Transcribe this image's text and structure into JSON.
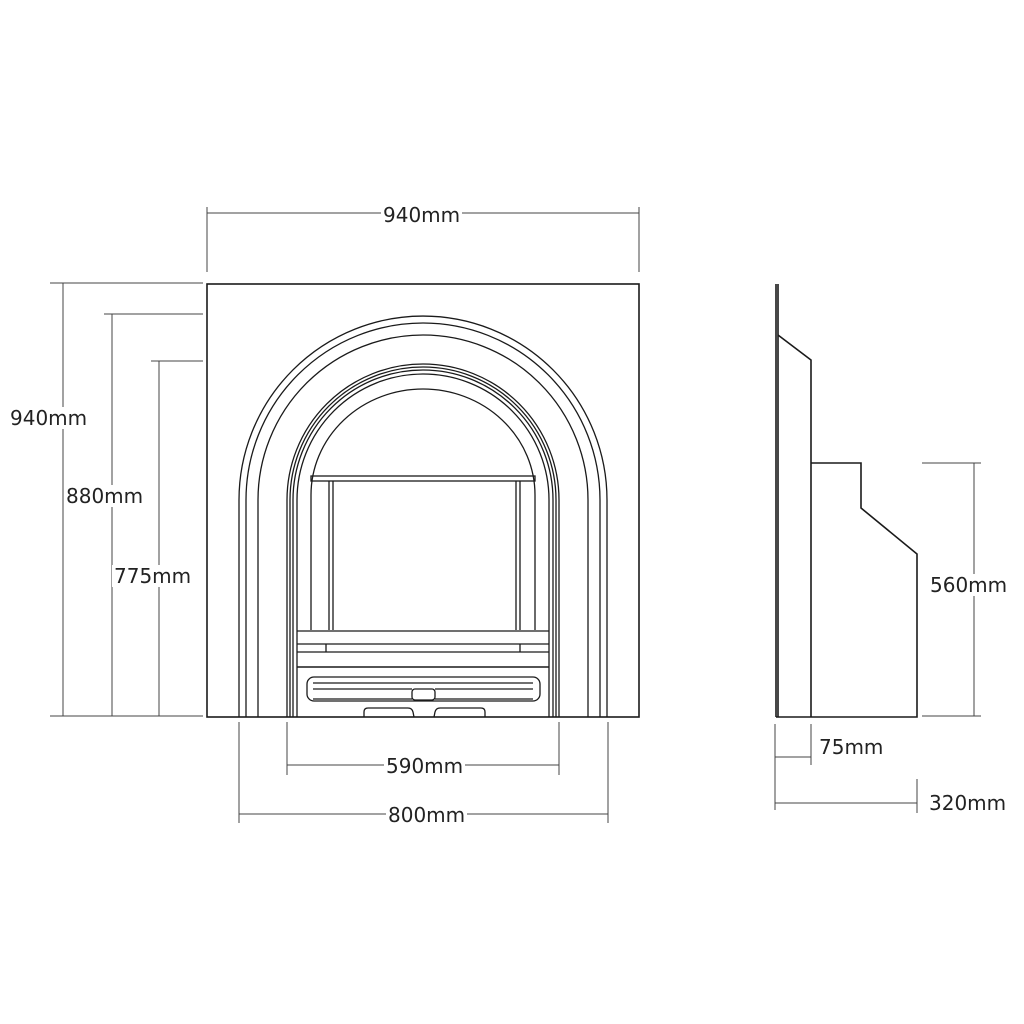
{
  "diagram": {
    "type": "technical-dimension-drawing",
    "subject": "arched fireplace insert",
    "views": [
      "front-elevation",
      "side-profile"
    ]
  },
  "front_view": {
    "dimensions": {
      "overall_width": "940mm",
      "overall_height": "940mm",
      "outer_arch_height": "880mm",
      "inner_arch_height": "775mm",
      "opening_width": "590mm",
      "outer_arch_width": "800mm"
    }
  },
  "side_view": {
    "dimensions": {
      "canopy_height": "560mm",
      "plate_depth": "75mm",
      "overall_depth": "320mm"
    }
  },
  "colors": {
    "line": "#1a1a1a",
    "dimension_line": "#444444",
    "background": "#ffffff"
  }
}
